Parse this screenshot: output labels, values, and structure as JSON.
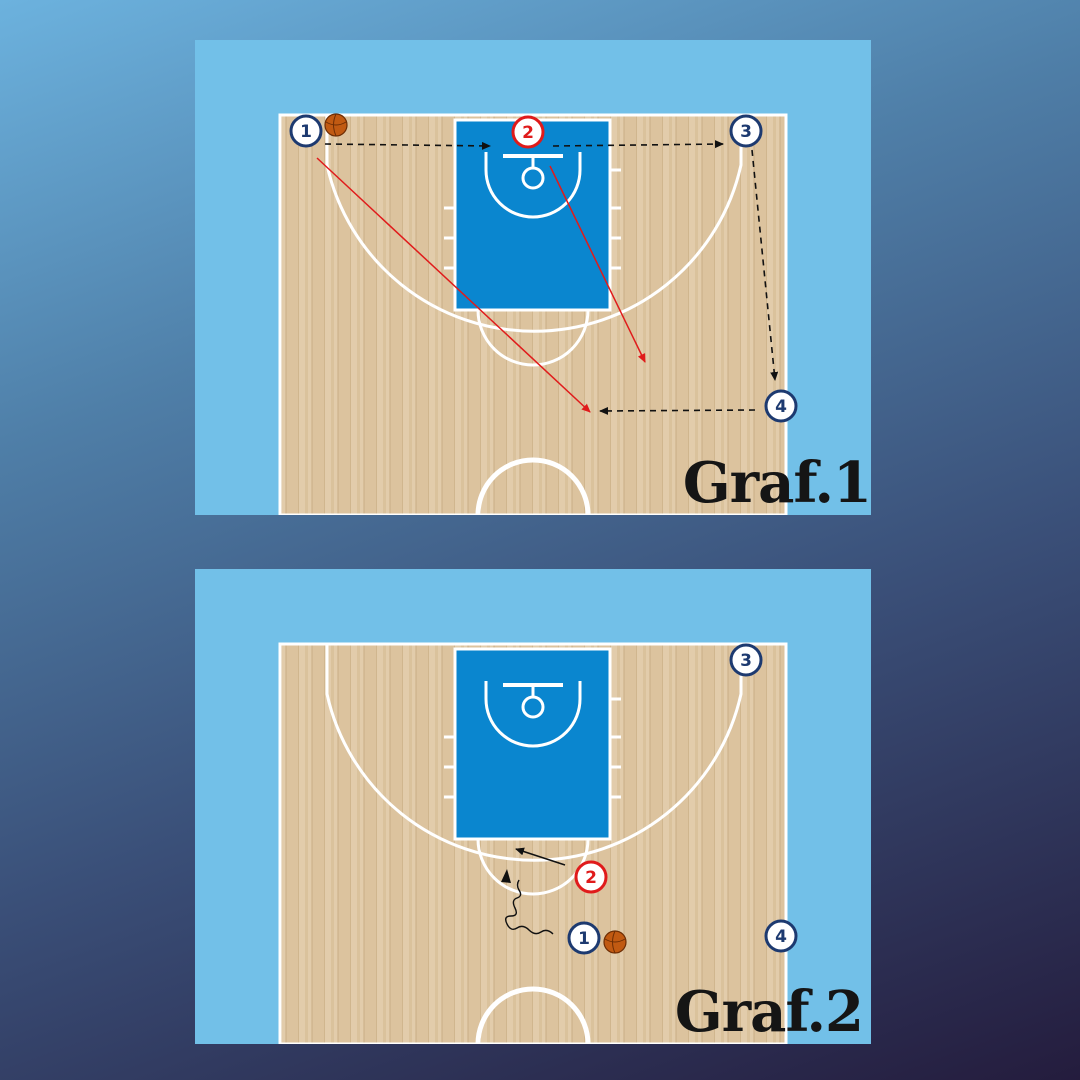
{
  "diagrams": [
    {
      "label": "Graf.1",
      "players": [
        {
          "num": "1",
          "role": "offense",
          "ball": true
        },
        {
          "num": "2",
          "role": "defense"
        },
        {
          "num": "3",
          "role": "offense"
        },
        {
          "num": "4",
          "role": "offense"
        }
      ]
    },
    {
      "label": "Graf.2",
      "players": [
        {
          "num": "3",
          "role": "offense"
        },
        {
          "num": "2",
          "role": "defense"
        },
        {
          "num": "1",
          "role": "offense",
          "ball": true
        },
        {
          "num": "4",
          "role": "offense"
        }
      ]
    }
  ],
  "colors": {
    "offense": "#1d3a70",
    "defense": "#e01b1b",
    "paint": "#0a86cf",
    "court_border": "#72c0e8",
    "pass_line": "#111111",
    "cut_line": "#e01b1b"
  }
}
